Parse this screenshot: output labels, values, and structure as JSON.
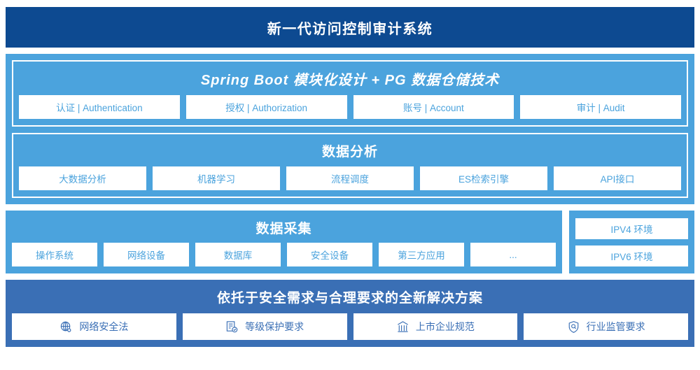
{
  "header": {
    "title": "新一代访问控制审计系统",
    "bg_color": "#0d4a91",
    "text_color": "#ffffff"
  },
  "colors": {
    "navy": "#0d4a91",
    "light_blue": "#4ba3dd",
    "medium_blue": "#3a6fb5",
    "white": "#ffffff"
  },
  "platform": {
    "panels": [
      {
        "title": "Spring Boot 模块化设计 + PG 数据仓储技术",
        "italic": true,
        "chips": [
          {
            "label": "认证 | Authentication"
          },
          {
            "label": "授权 | Authorization"
          },
          {
            "label": "账号 | Account"
          },
          {
            "label": "审计 | Audit"
          }
        ]
      },
      {
        "title": "数据分析",
        "italic": false,
        "chips": [
          {
            "label": "大数据分析"
          },
          {
            "label": "机器学习"
          },
          {
            "label": "流程调度"
          },
          {
            "label": "ES检索引擎"
          },
          {
            "label": "API接口"
          }
        ]
      }
    ]
  },
  "collection": {
    "title": "数据采集",
    "chips": [
      {
        "label": "操作系统"
      },
      {
        "label": "网络设备"
      },
      {
        "label": "数据库"
      },
      {
        "label": "安全设备"
      },
      {
        "label": "第三方应用"
      },
      {
        "label": "..."
      }
    ],
    "environments": [
      {
        "label": "IPV4 环境"
      },
      {
        "label": "IPV6 环境"
      }
    ]
  },
  "solution": {
    "title": "依托于安全需求与合理要求的全新解决方案",
    "chips": [
      {
        "label": "网络安全法",
        "icon": "globe-network-icon"
      },
      {
        "label": "等级保护要求",
        "icon": "document-check-icon"
      },
      {
        "label": "上市企业规范",
        "icon": "bank-building-icon"
      },
      {
        "label": "行业监管要求",
        "icon": "shield-search-icon"
      }
    ]
  }
}
